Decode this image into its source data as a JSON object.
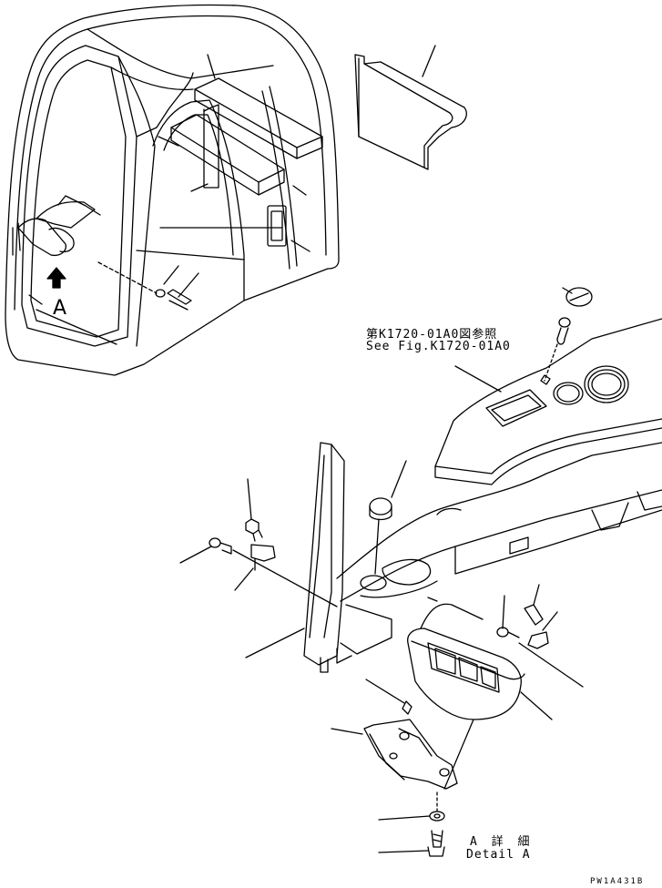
{
  "labels": {
    "reference_jp": "第K1720-01A0図参照",
    "reference_en": "See Fig.K1720-01A0",
    "view_callout": "A",
    "detail_jp": "A 詳 細",
    "detail_en": "Detail A",
    "drawing_code": "PW1A431B"
  }
}
